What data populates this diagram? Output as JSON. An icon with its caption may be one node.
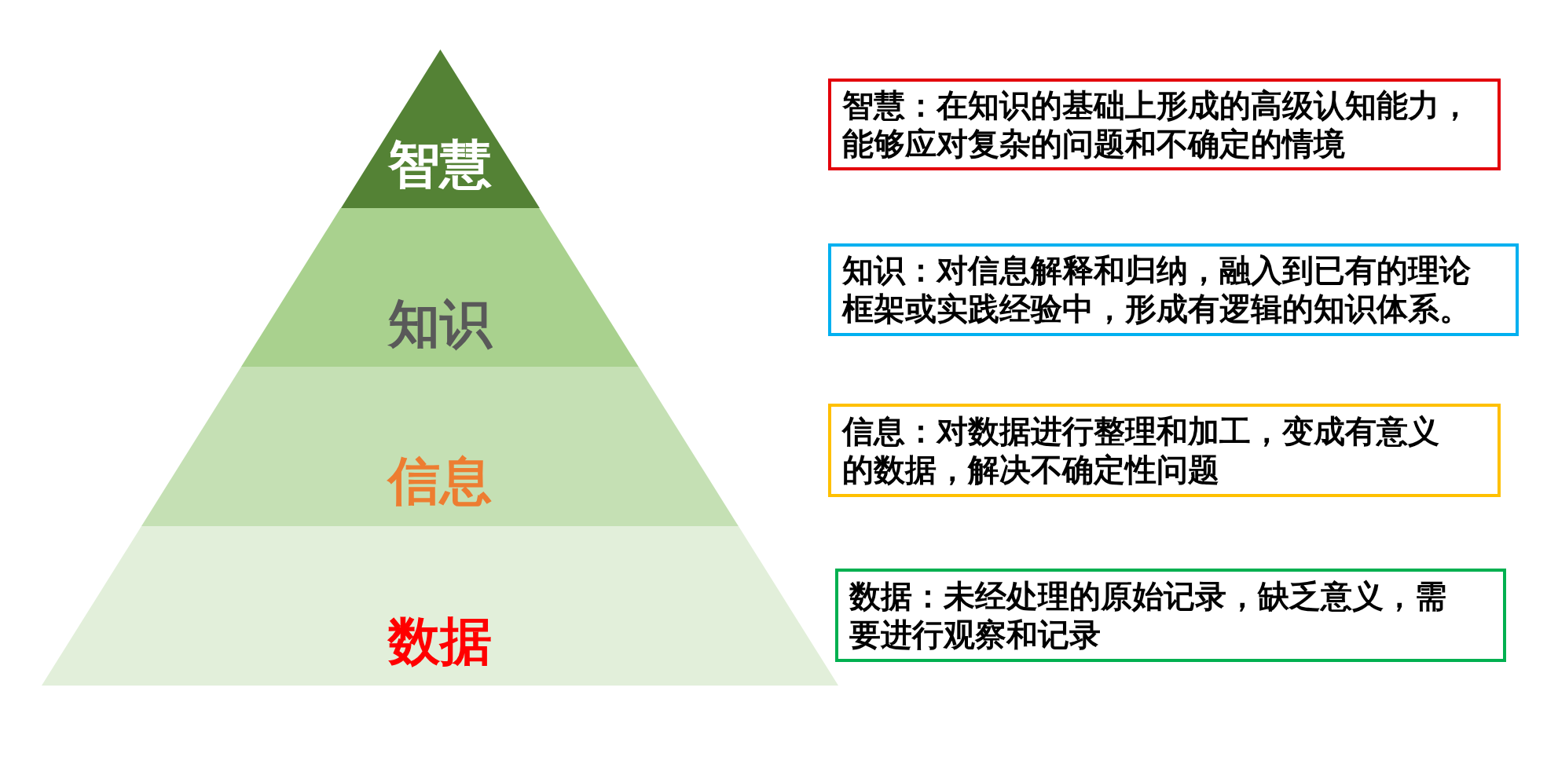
{
  "diagram": {
    "nodes": [
      {
        "text": [
          "智慧"
        ]
      },
      {
        "text": [
          "知识"
        ]
      },
      {
        "text": [
          "信息"
        ]
      },
      {
        "text": [
          "数据"
        ]
      },
      {
        "text": [
          "智慧：在知识的基础上形成的高级认知能力，能够应对复杂的问题和不确定的情境"
        ]
      },
      {
        "text": [
          "知识：对信息解释和归纳，融入到已有的理论框架或实践经验中，形成有逻辑的知识体系。"
        ]
      },
      {
        "text": [
          "信息：对数据进行整理和加工，变成有意义的数据，解决不确定性问题"
        ]
      },
      {
        "text": [
          "数据：未经处理的原始记录，缺乏意义，需要进行观察和记录"
        ]
      }
    ]
  }
}
